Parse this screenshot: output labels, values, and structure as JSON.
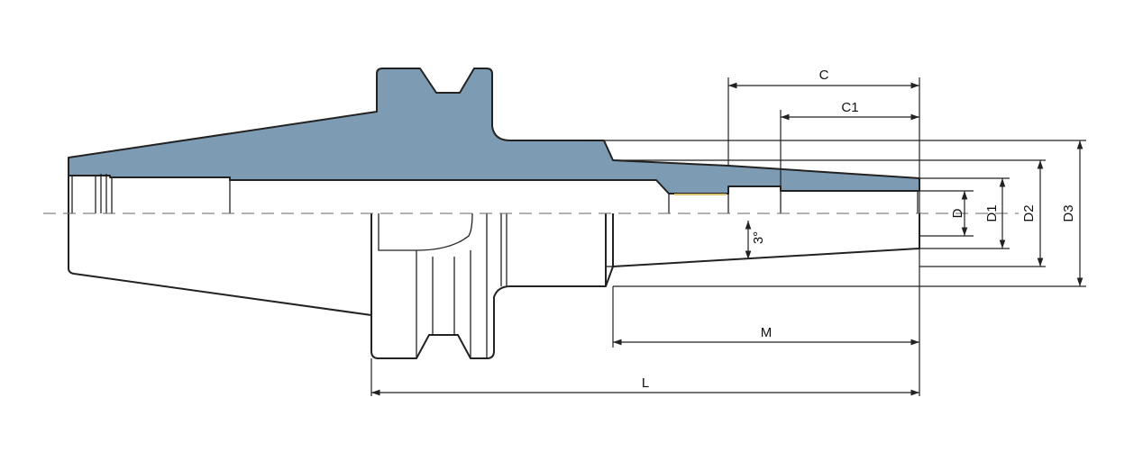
{
  "labels": {
    "c": "C",
    "c1": "C1",
    "d": "D",
    "d1": "D1",
    "d2": "D2",
    "d3": "D3",
    "angle": "3°",
    "m": "M",
    "l": "L"
  },
  "colors": {
    "section_fill": "#7d9bb3",
    "line": "#222222",
    "relief_accent": "#d8c26a"
  }
}
